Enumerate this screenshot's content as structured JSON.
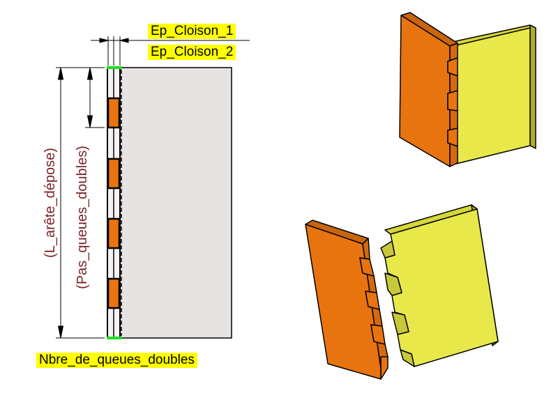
{
  "labels": {
    "ep_cloison_1": "Ep_Cloison_1",
    "ep_cloison_2": "Ep_Cloison_2",
    "l_arete_depose": "(L_arête_dépose)",
    "pas_queues_doubles": "(Pas_queues_doubles)",
    "nbre_de_queues_doubles": "Nbre_de_queues_doubles"
  },
  "colors": {
    "highlight": "#ffff00",
    "param_text": "#7a1f1f",
    "orange_face": "#e8740f",
    "orange_side": "#b85a0a",
    "yellow_face": "#e8e84a",
    "yellow_side": "#b0b028",
    "panel_fill": "#e7e3e3",
    "edge_green": "#22dd22"
  },
  "icons": [
    "arrow-head-icon"
  ]
}
